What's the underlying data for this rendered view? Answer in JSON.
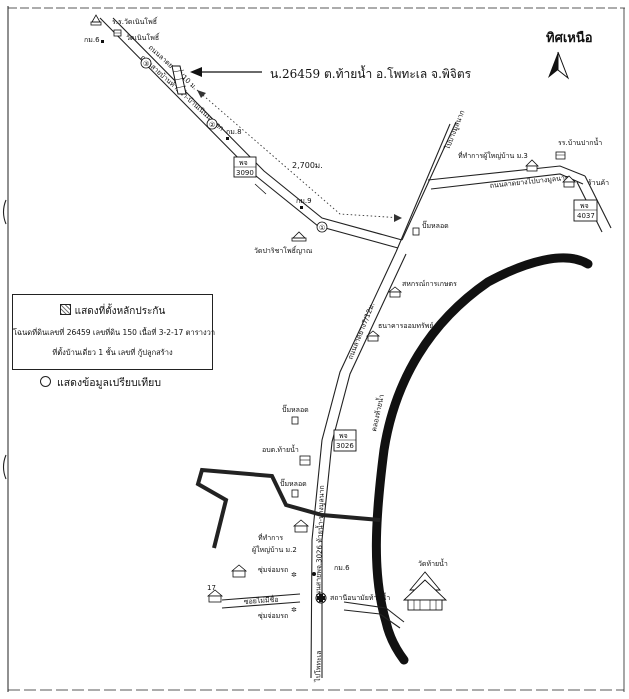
{
  "north_label": "ทิศเหนือ",
  "annotation_title": "น.26459 ต.ท้ายน้ำ อ.โพทะเล จ.พิจิตร",
  "distance_label": "2,700ม.",
  "markers": [
    "①",
    "②",
    "③"
  ],
  "places": {
    "temple_school": "ร.ร.วัดเนินโพธิ์",
    "temple": "วัดเนินโพธิ์",
    "km6_top": "กม.6",
    "km8": "กม.8",
    "km9": "กม.9",
    "road_main_label": "ถนนสายบ้านท้ายน้ำ-บ้านเนินมะกอก",
    "road_width_label": "ถนนลาดยาง6/10 ม.",
    "route_3090": [
      "พจ",
      "3090"
    ],
    "cemetery_temple": "วัดปาริชาโพธิ์ญาณ",
    "gas_station_1": "ปั๊มหลอด",
    "school_pakhi": "รร.บ้านปากน้ำ",
    "headman_office_m3": "ที่ทำการผู้ใหญ่บ้าน ม.3",
    "shop": "ร้านค้า",
    "route_4037": [
      "พจ",
      "4037"
    ],
    "to_bang_mun_nak": "ไปบางมูลนาก",
    "road_east_label": "ถนนลาดยางไปบางมูลนาก",
    "cooperative": "สหกรณ์การเกษตร",
    "bank": "ธนาคารออมทรัพย์",
    "road_center_label": "ถนนลาดยาง7/12ม.",
    "gas_station_2": "ปั๊มหลอด",
    "route_3026": [
      "พจ",
      "3026"
    ],
    "tambon_office": "อบต.ท้ายน้ำ",
    "gas_station_3": "ปั๊มหลอด",
    "headman_office_m2": [
      "ที่ทำการ",
      "ผู้ใหญ่บ้าน ม.2"
    ],
    "workshop_1": "ซุ่มจ่อมรถ",
    "km6_bottom": "กม.6",
    "km17": "17",
    "soi_label": "ซอยไม่มีชื่อ",
    "health_center": "สถานีอนามัยท้ายน้ำ",
    "workshop_2": "ซุ่มจ่อมรถ",
    "temple_thai_nam": "วัดท้ายน้ำ",
    "canal_label": "คลองท้ายน้ำ",
    "road_south_label": "ถนนสายพจ.3026 ท้ายน้ำ-บางมูลนาก",
    "to_photalae": "ไปโพทะเล"
  },
  "legend": {
    "title": "แสดงที่ตั้งหลักประกัน",
    "line2": "โฉนดที่ดินเลขที่ 26459 เลขที่ดิน 150 เนื้อที่ 3-2-17 ตารางวา",
    "line3": "ที่ตั้งบ้านเดี่ยว 1 ชั้น เลขที่    กู้ปลูกสร้าง",
    "compare": "แสดงข้อมูลเปรียบเทียบ"
  },
  "colors": {
    "ink": "#111111",
    "paper": "#ffffff",
    "river": "#111111"
  }
}
